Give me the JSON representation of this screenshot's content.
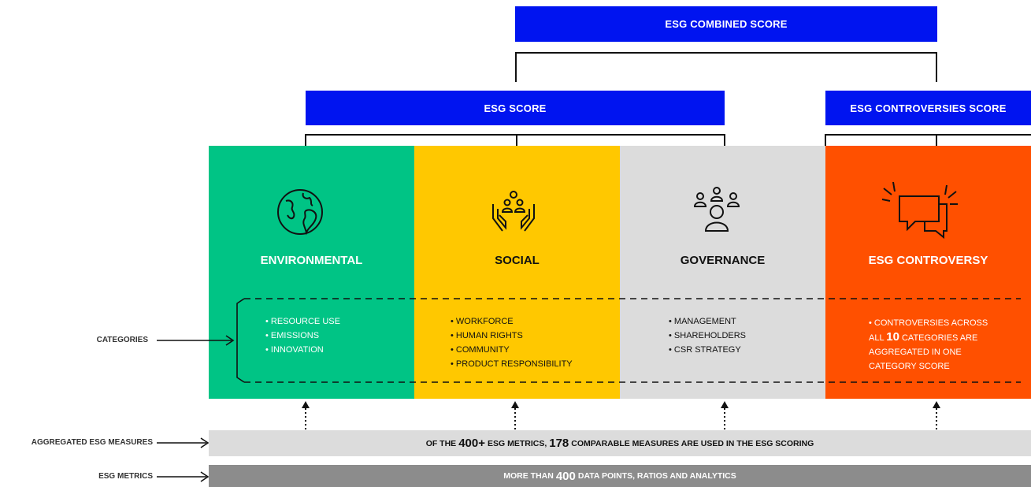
{
  "top": {
    "combined": "ESG COMBINED SCORE",
    "esg_score": "ESG SCORE",
    "controversies_score": "ESG CONTROVERSIES SCORE"
  },
  "pillars": [
    {
      "title": "ENVIRONMENTAL",
      "color": "#00c485",
      "icon": "globe-icon",
      "items": [
        "RESOURCE USE",
        "EMISSIONS",
        "INNOVATION"
      ]
    },
    {
      "title": "SOCIAL",
      "color": "#ffc800",
      "icon": "people-in-hands-icon",
      "items": [
        "WORKFORCE",
        "HUMAN RIGHTS",
        "COMMUNITY",
        "PRODUCT RESPONSIBILITY"
      ]
    },
    {
      "title": "GOVERNANCE",
      "color": "#dcdcdc",
      "icon": "group-icon",
      "items": [
        "MANAGEMENT",
        "SHAREHOLDERS",
        "CSR STRATEGY"
      ]
    },
    {
      "title": "ESG CONTROVERSY",
      "color": "#ff5000",
      "icon": "chat-bubbles-icon",
      "controversy_text": {
        "part1": "CONTROVERSIES ACROSS ALL",
        "number": "10",
        "part2": "CATEGORIES ARE AGGREGATED IN ONE CATEGORY SCORE"
      }
    }
  ],
  "labels": {
    "categories": "CATEGORIES",
    "aggregated": "AGGREGATED ESG MEASURES",
    "metrics": "ESG METRICS"
  },
  "aggregated_strip": {
    "part1": "OF THE",
    "num1": "400+",
    "part2": "ESG METRICS,",
    "num2": "178",
    "part3": "COMPARABLE MEASURES ARE USED IN THE ESG SCORING",
    "color": "#dcdcdc"
  },
  "metrics_strip": {
    "part1": "MORE THAN",
    "num1": "400",
    "part2": "DATA POINTS, RATIOS AND ANALYTICS",
    "color": "#8c8c8c"
  }
}
